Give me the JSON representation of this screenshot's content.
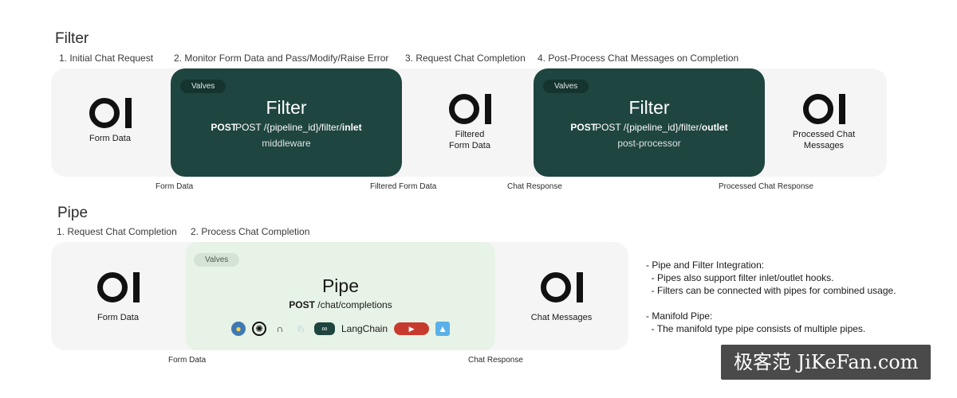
{
  "filter": {
    "title": "Filter",
    "steps": [
      "1. Initial Chat Request",
      "2. Monitor Form Data and Pass/Modify/Raise Error",
      "3. Request Chat Completion",
      "4. Post-Process Chat Messages on Completion"
    ],
    "nodes": [
      {
        "logo": "OI",
        "label": "Form Data"
      },
      {
        "logo": "OI",
        "label_line1": "Filtered",
        "label_line2": "Form Data"
      },
      {
        "logo": "OI",
        "label_line1": "Processed Chat",
        "label_line2": "Messages"
      }
    ],
    "inlet_box": {
      "valves": "Valves",
      "title": "Filter",
      "endpoint_prefix": "POST /{pipeline_id}/filter/",
      "endpoint_bold": "inlet",
      "subtitle": "middleware"
    },
    "outlet_box": {
      "valves": "Valves",
      "title": "Filter",
      "endpoint_prefix": "POST /{pipeline_id}/filter/",
      "endpoint_bold": "outlet",
      "subtitle": "post-processor"
    },
    "connections": [
      "Form Data",
      "Filtered Form Data",
      "Chat Response",
      "Processed Chat Response"
    ]
  },
  "pipe": {
    "title": "Pipe",
    "steps": [
      "1. Request Chat Completion",
      "2. Process Chat Completion"
    ],
    "nodes": [
      {
        "logo": "OI",
        "label": "Form Data"
      },
      {
        "logo": "OI",
        "label": "Chat Messages"
      }
    ],
    "box": {
      "valves": "Valves",
      "title": "Pipe",
      "endpoint_bold": "POST",
      "endpoint_rest": " /chat/completions",
      "langchain_label": "LangChain",
      "tool_icons": [
        "python-icon",
        "openai-icon",
        "ollama-icon",
        "llama-icon",
        "langchain-icon",
        "crewai-icon",
        "llamaindex-icon"
      ]
    },
    "connections": [
      "Form Data",
      "Chat Response"
    ]
  },
  "notes": [
    "- Pipe and Filter Integration:",
    "  - Pipes also support filter inlet/outlet hooks.",
    "  - Filters can be connected with pipes for combined usage.",
    "",
    "- Manifold Pipe:",
    "  - The manifold type pipe consists of multiple pipes."
  ],
  "watermark": "极客范 JiKeFan.com"
}
